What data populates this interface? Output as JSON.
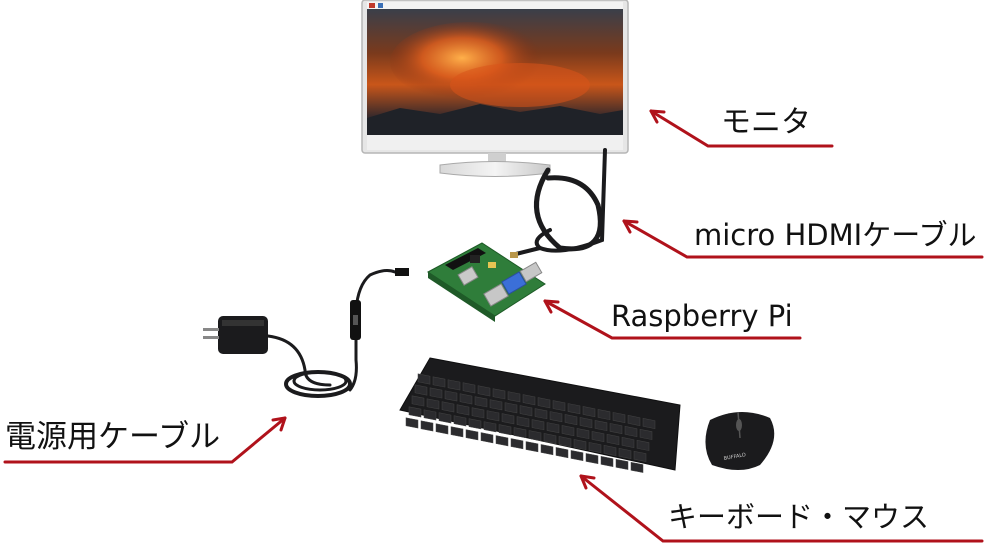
{
  "labels": {
    "monitor": "モニタ",
    "hdmi_cable": "micro HDMIケーブル",
    "raspberry_pi": "Raspberry Pi",
    "power_cable": "電源用ケーブル",
    "keyboard_mouse": "キーボード・マウス"
  },
  "devices": {
    "mouse_brand": "BUFFALO"
  },
  "colors": {
    "callout_line": "#b0121b",
    "board_green": "#2f7d3a",
    "device_black": "#1b1b1d"
  }
}
